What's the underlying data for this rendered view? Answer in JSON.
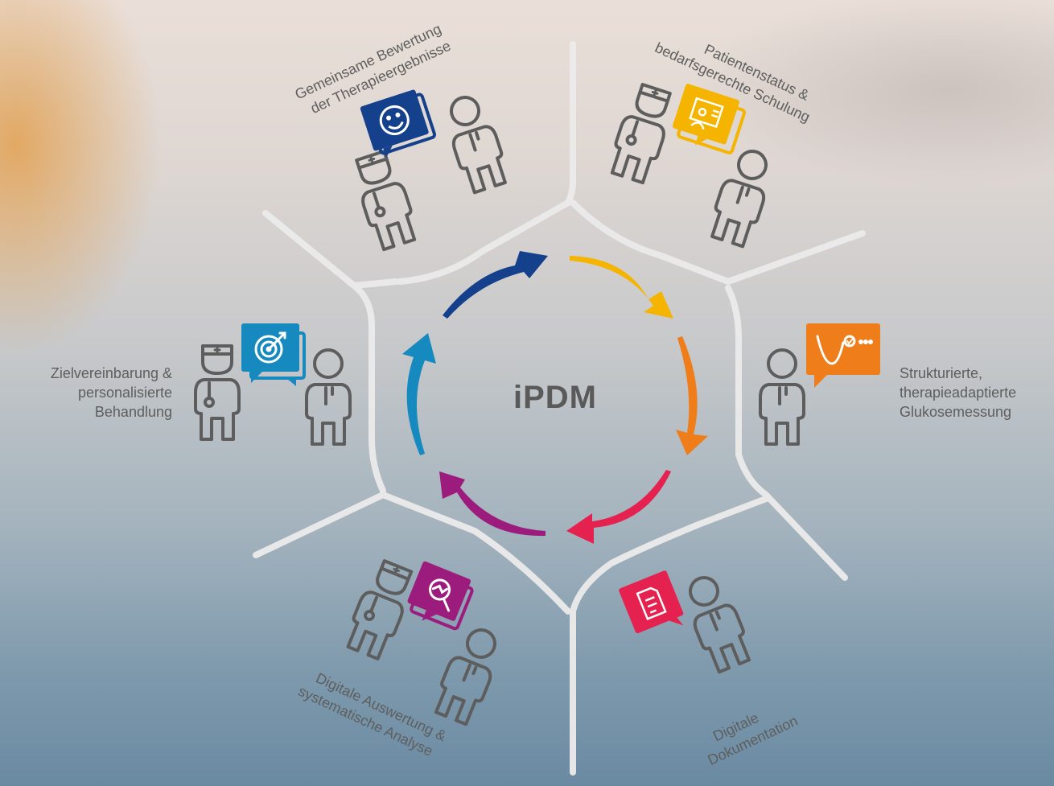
{
  "title": "iPDM",
  "colors": {
    "blue_dark": "#14408c",
    "yellow": "#f5b400",
    "orange": "#ee7d1a",
    "red": "#e5224f",
    "purple": "#9c1c7e",
    "blue_light": "#1689bf",
    "icon_gray": "#5d5d5d",
    "hex_lines": "#eceaea"
  },
  "steps": [
    {
      "id": "gemeinsame-bewertung",
      "lines": [
        "Gemeinsame Bewertung",
        "der Therapieergebnisse"
      ],
      "icon": "smiley-icon",
      "color": "#14408c"
    },
    {
      "id": "patientenstatus",
      "lines": [
        "Patientenstatus &",
        "bedarfsgerechte Schulung"
      ],
      "icon": "teaching-board-icon",
      "color": "#f5b400"
    },
    {
      "id": "strukturierte-messung",
      "lines": [
        "Strukturierte,",
        "therapieadaptierte",
        "Glukosemessung"
      ],
      "icon": "glucose-curve-icon",
      "color": "#ee7d1a"
    },
    {
      "id": "digitale-dokumentation",
      "lines": [
        "Digitale",
        "Dokumentation"
      ],
      "icon": "document-icon",
      "color": "#e5224f"
    },
    {
      "id": "digitale-auswertung",
      "lines": [
        "Digitale Auswertung &",
        "systematische Analyse"
      ],
      "icon": "analysis-magnifier-icon",
      "color": "#9c1c7e"
    },
    {
      "id": "zielvereinbarung",
      "lines": [
        "Zielvereinbarung &",
        "personalisierte",
        "Behandlung"
      ],
      "icon": "target-icon",
      "color": "#1689bf"
    }
  ]
}
